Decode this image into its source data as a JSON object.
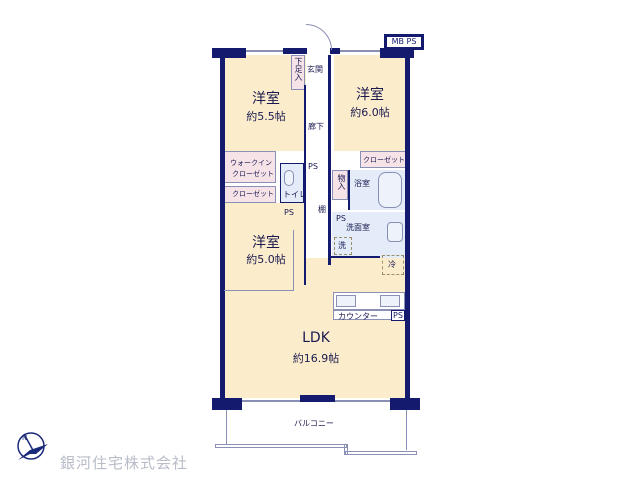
{
  "plan": {
    "rooms": [
      {
        "id": "western-room-1",
        "name": "洋室",
        "size": "約5.5帖"
      },
      {
        "id": "western-room-2",
        "name": "洋室",
        "size": "約6.0帖"
      },
      {
        "id": "western-room-3",
        "name": "洋室",
        "size": "約5.0帖"
      },
      {
        "id": "ldk",
        "name": "LDK",
        "size": "約16.9帖"
      }
    ],
    "labels": {
      "entrance": "玄関",
      "shoe_closet": "下足入",
      "hallway": "廊下",
      "walk_in_closet_1": "ウォークイン",
      "walk_in_closet_2": "クローゼット",
      "closet_left": "クローゼット",
      "closet_right": "クローゼット",
      "toilet": "トイレ",
      "storage": "物入",
      "bathroom": "浴室",
      "washroom": "洗面室",
      "washer": "洗",
      "fridge": "冷",
      "shelf": "棚",
      "counter": "カウンター",
      "ps_1": "PS",
      "ps_2": "PS",
      "ps_3": "PS",
      "ps_4": "PS",
      "mb_ps": "MB PS",
      "balcony": "バルコニー"
    }
  },
  "company": {
    "name": "銀河住宅株式会社",
    "compass": "N"
  },
  "colors": {
    "wall": "#141a6e",
    "floor": "#fbeccb",
    "wet": "#e3ecf8",
    "closet": "#f6e3e8"
  }
}
